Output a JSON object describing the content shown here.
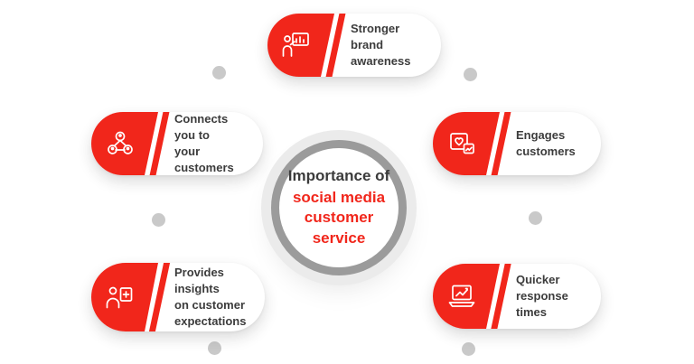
{
  "palette": {
    "red": "#f1261b",
    "ink": "#3c3c3c",
    "dot": "#c9c9c9",
    "ring": "#9b9b9b",
    "ring_light": "#ebebeb"
  },
  "center": {
    "line1": "Importance of",
    "line2": "social media",
    "line3": "customer service"
  },
  "items": [
    {
      "label": "Stronger brand\nawareness",
      "icon": "presentation-icon"
    },
    {
      "label": "Connects you to\nyour customers",
      "icon": "network-icon"
    },
    {
      "label": "Engages\ncustomers",
      "icon": "engagement-icon"
    },
    {
      "label": "Provides insights\non customer\nexpectations",
      "icon": "insights-icon"
    },
    {
      "label": "Quicker\nresponse times",
      "icon": "laptop-chart-icon"
    }
  ]
}
